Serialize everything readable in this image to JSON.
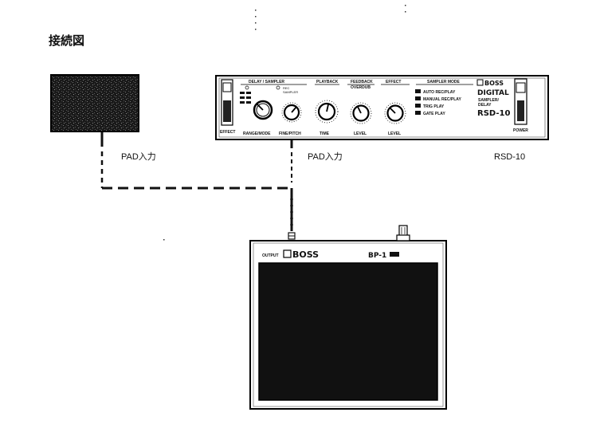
{
  "page": {
    "title": "接続図"
  },
  "labels": {
    "pad_input_left": "PAD入力",
    "pad_input_center": "PAD入力",
    "unit_name": "RSD-10"
  },
  "rsd10": {
    "brand": "BOSS",
    "digital": "DIGITAL",
    "model_line1": "SAMPLER/",
    "model_line2": "DELAY",
    "model": "RSD-10",
    "section_delay_sampler": "DELAY / SAMPLER",
    "section_playback": "PLAYBACK",
    "section_feedback": "FEEDBACK",
    "section_overdub": "OVERDUB",
    "section_effect": "EFFECT",
    "section_sampler_mode": "SAMPLER MODE",
    "mode_items": [
      "AUTO REC/PLAY",
      "MANUAL REC/PLAY",
      "TRIG PLAY",
      "GATE PLAY"
    ],
    "label_effect": "EFFECT",
    "label_range_mode": "RANGE/MODE",
    "label_fine_pitch": "FINE/PITCH",
    "label_time": "TIME",
    "label_level_1": "LEVEL",
    "label_level_2": "LEVEL",
    "label_power": "POWER",
    "label_rec": "REC",
    "label_sampler": "SAMPLER"
  },
  "fs1": {
    "brand": "BOSS",
    "output_label": "OUTPUT",
    "model": "BP-1"
  }
}
